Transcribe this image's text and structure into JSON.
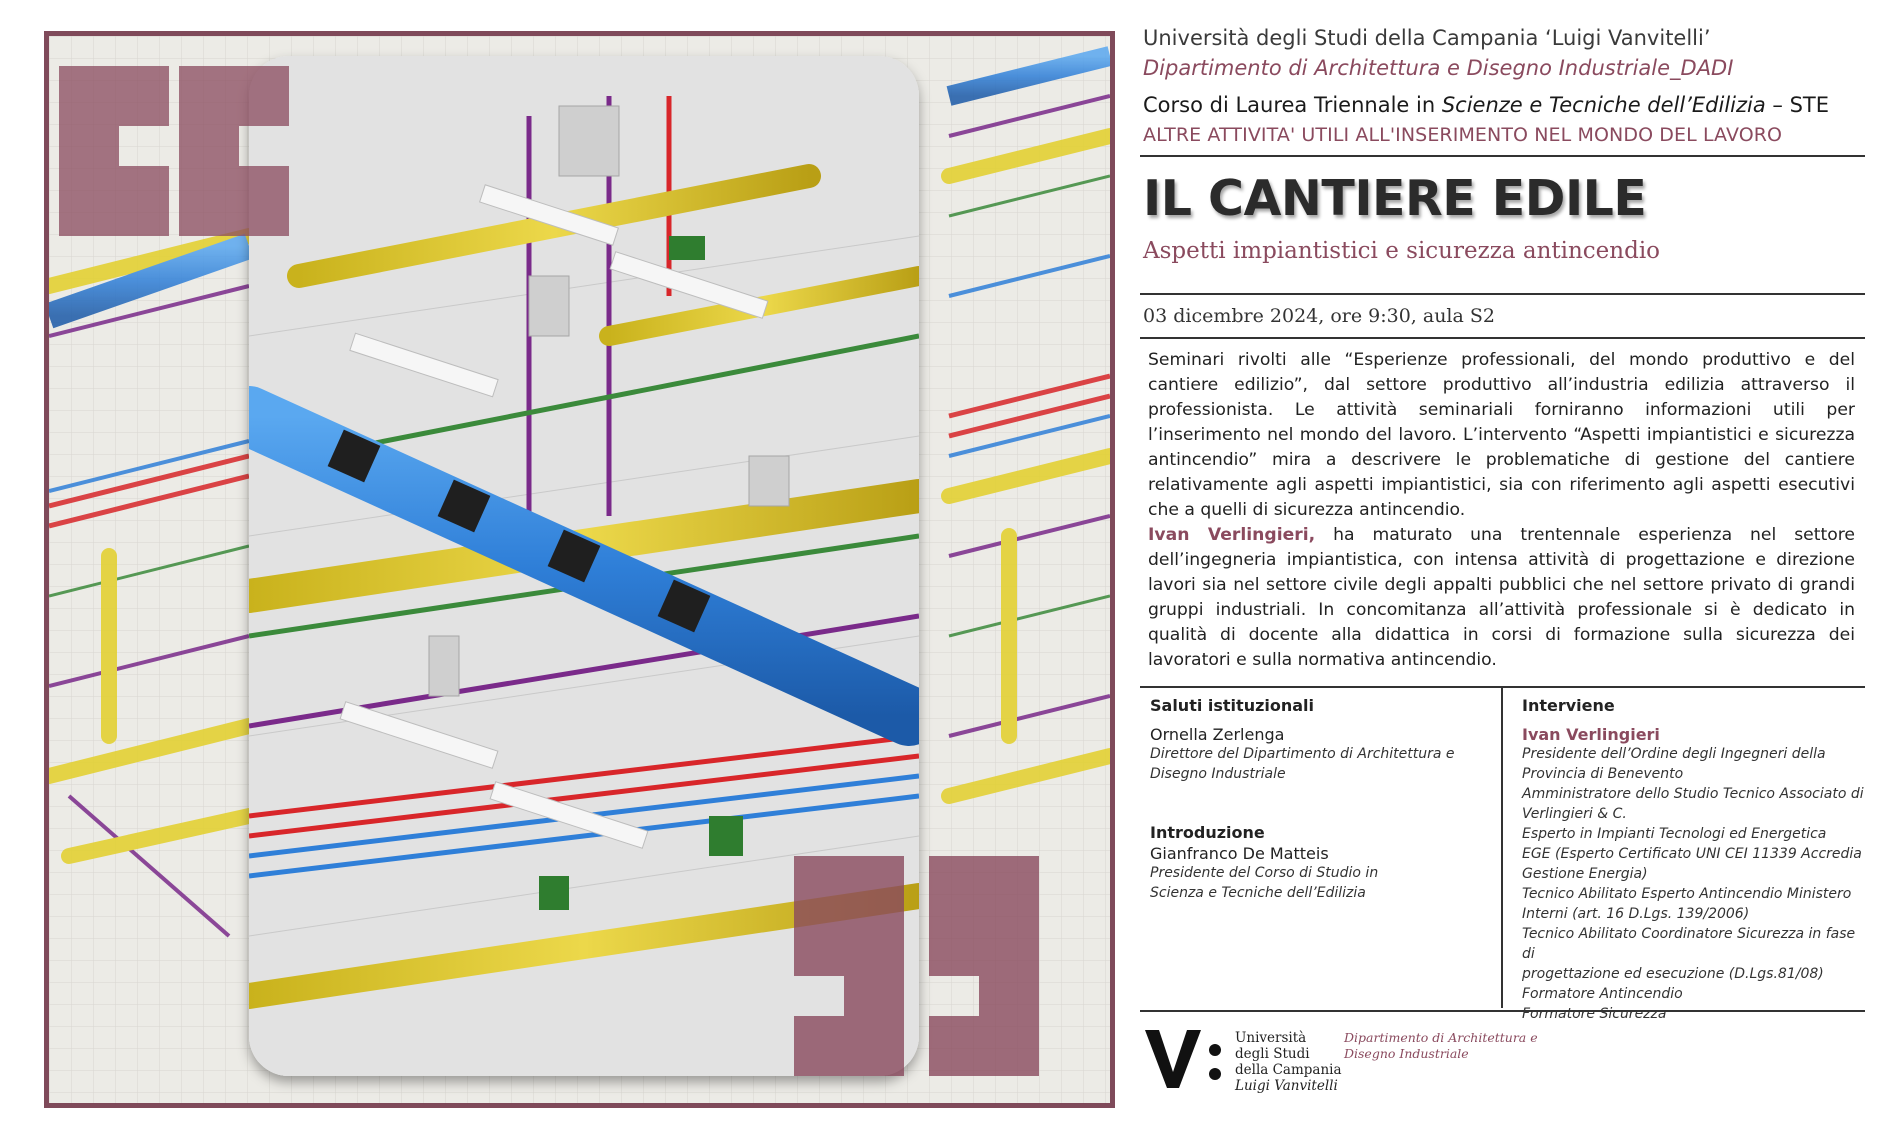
{
  "header": {
    "university": "Università degli Studi della Campania ‘Luigi Vanvitelli’",
    "department": "Dipartimento di Architettura e Disegno Industriale_DADI",
    "course_prefix": "Corso di Laurea Triennale in ",
    "course_name": "Scienze e Tecniche dell’Edilizia",
    "course_suffix": " – STE",
    "activities": "ALTRE ATTIVITA' UTILI ALL'INSERIMENTO NEL MONDO DEL LAVORO"
  },
  "event": {
    "title": "IL CANTIERE EDILE",
    "subtitle": "Aspetti impiantistici e sicurezza antincendio",
    "date": "03 dicembre 2024, ore 9:30, aula S2"
  },
  "description": {
    "paragraph1": "Seminari rivolti alle “Esperienze professionali, del mondo produttivo e del cantiere edilizio”, dal settore produttivo all’industria edilizia attraverso il professionista. Le attività seminariali forniranno informazioni utili per l’inserimento nel mondo del lavoro. L’intervento “Aspetti impiantistici e sicurezza antincendio” mira a descrivere le problematiche di gestione del cantiere relativamente agli aspetti impiantistici, sia con riferimento agli aspetti esecutivi che a quelli di sicurezza antincendio.",
    "speaker_name": "Ivan Verlingieri,",
    "paragraph2": " ha maturato una trentennale esperienza nel settore dell’ingegneria impiantistica, con intensa attività di progettazione e direzione lavori sia nel settore civile degli appalti pubblici che nel settore privato di grandi gruppi industriali. In concomitanza all’attività professionale si è dedicato in qualità di docente alla didattica in corsi di formazione sulla sicurezza dei lavoratori e sulla normativa antincendio."
  },
  "greetings": {
    "heading": "Saluti istituzionali",
    "name": "Ornella Zerlenga",
    "role_lines": [
      "Direttore del Dipartimento di Architettura e",
      "Disegno Industriale"
    ]
  },
  "introduction": {
    "heading": "Introduzione",
    "name": "Gianfranco De Matteis",
    "role_lines": [
      "Presidente del Corso di Studio in",
      "Scienza e Tecniche dell’Edilizia"
    ]
  },
  "speaker": {
    "heading": "Interviene",
    "name": "Ivan Verlingieri",
    "role_lines": [
      "Presidente dell’Ordine degli Ingegneri della",
      "Provincia di Benevento",
      "Amministratore dello Studio Tecnico Associato di",
      "Verlingieri & C.",
      "Esperto in Impianti Tecnologi ed Energetica",
      "EGE (Esperto Certificato UNI CEI 11339 Accredia",
      "Gestione Energia)",
      "Tecnico Abilitato Esperto Antincendio Ministero",
      "Interni (art. 16 D.Lgs. 139/2006)",
      "Tecnico Abilitato Coordinatore Sicurezza in fase di",
      "progettazione ed esecuzione (D.Lgs.81/08)",
      "Formatore Antincendio",
      "Formatore Sicurezza"
    ]
  },
  "footer": {
    "logo_lines": [
      "Università",
      "degli Studi",
      "della Campania"
    ],
    "logo_italic": "Luigi Vanvitelli",
    "dept_lines": [
      "Dipartimento di Architettura e",
      "Disegno Industriale"
    ]
  },
  "colors": {
    "accent": "#8a4a5e",
    "frame": "#7f4a5a",
    "pipe_yellow": "#e3cf2a",
    "pipe_blue": "#2f7fd8",
    "pipe_red": "#d8262a",
    "pipe_purple": "#7a2a8a"
  },
  "artwork": {
    "description_icon": "bim-plant-render-image",
    "quote_icons": [
      "open-quote-icon",
      "close-quote-icon"
    ]
  }
}
